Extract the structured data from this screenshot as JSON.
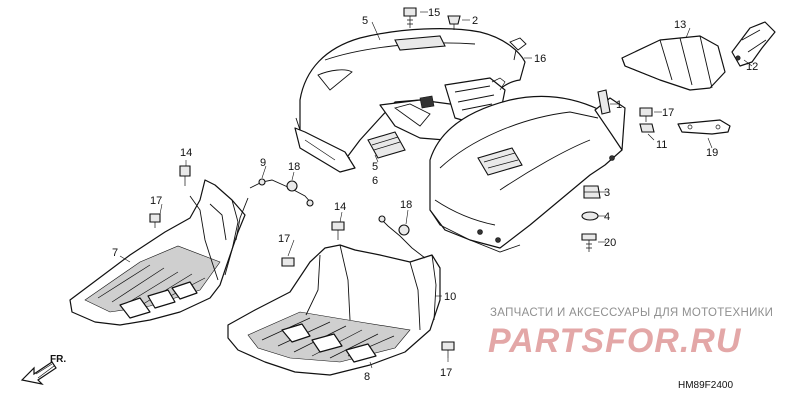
{
  "diagram": {
    "callouts": {
      "c1": "1",
      "c2": "2",
      "c3": "3",
      "c4": "4",
      "c5": "5",
      "c5b": "5",
      "c6": "6",
      "c7": "7",
      "c8": "8",
      "c9": "9",
      "c10": "10",
      "c11": "11",
      "c12": "12",
      "c13": "13",
      "c14a": "14",
      "c14b": "14",
      "c15": "15",
      "c16": "16",
      "c17a": "17",
      "c17b": "17",
      "c17c": "17",
      "c17d": "17",
      "c18a": "18",
      "c18b": "18",
      "c19": "19",
      "c20": "20"
    },
    "direction_label": "FR.",
    "figure_code": "HM89F2400"
  },
  "watermark": {
    "caption": "ЗАПЧАСТИ И АКСЕССУАРЫ ДЛЯ МОТОТЕХНИКИ",
    "logo": "PARTSFOR.RU"
  },
  "colors": {
    "line": "#111111",
    "watermark_text": "#8f8f8f",
    "watermark_logo": "#e3a7a7"
  }
}
